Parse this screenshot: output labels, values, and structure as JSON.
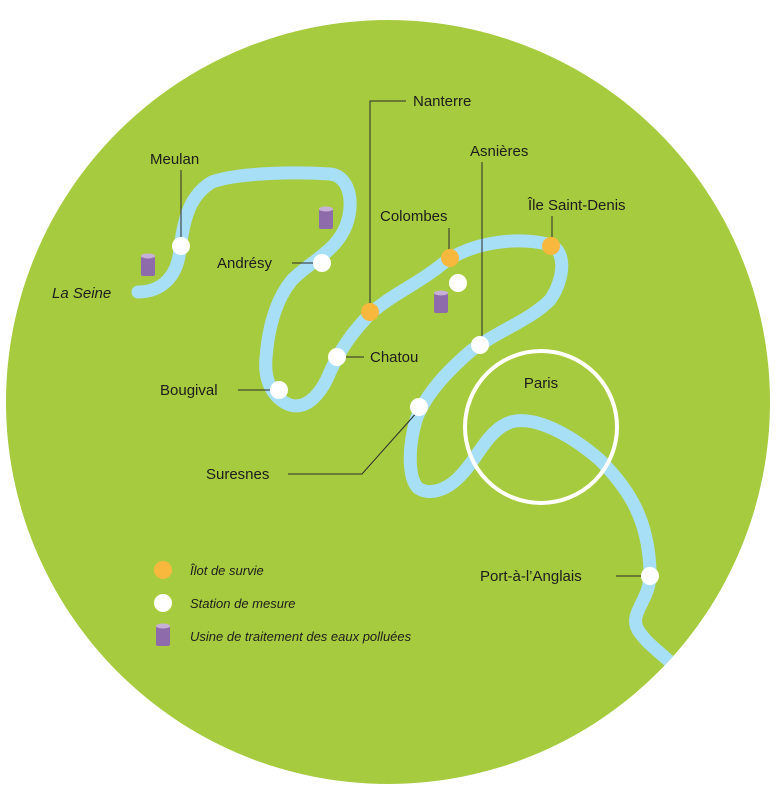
{
  "map": {
    "river_label": "La Seine",
    "city_label": "Paris",
    "colors": {
      "background": "#a7cb3f",
      "river": "#a7dff7",
      "station": "#ffffff",
      "ilot": "#f8b73d",
      "plant": "#8e6bab",
      "plant_top": "#c6b0d8",
      "city_ring": "#ffffff"
    },
    "labels": {
      "meulan": "Meulan",
      "andresy": "Andrésy",
      "bougival": "Bougival",
      "chatou": "Chatou",
      "nanterre": "Nanterre",
      "colombes": "Colombes",
      "asnieres": "Asnières",
      "ile_saint_denis": "Île Saint-Denis",
      "suresnes": "Suresnes",
      "port_a_l_anglais": "Port-à-l’Anglais"
    }
  },
  "legend": {
    "ilot": "Îlot de survie",
    "station": "Station de mesure",
    "plant": "Usine de traitement des eaux polluées"
  }
}
